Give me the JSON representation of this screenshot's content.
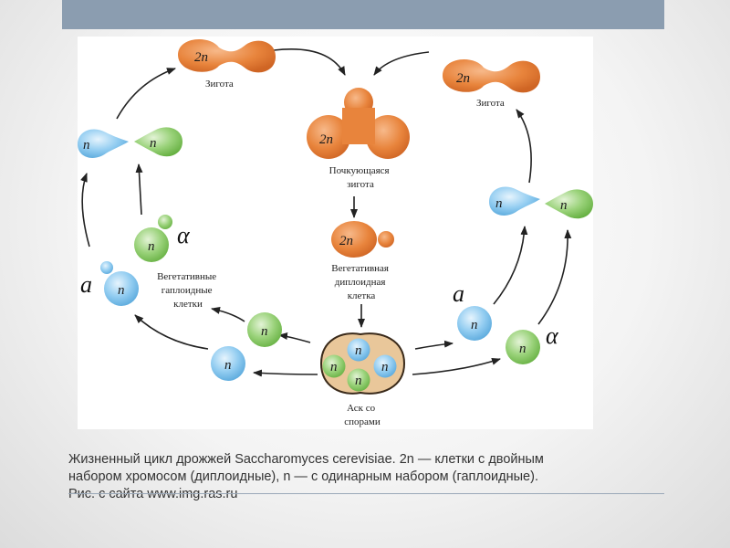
{
  "colors": {
    "header_bar": "#8b9db0",
    "diploid": "#e8843c",
    "haploid_a": "#7cc0ea",
    "haploid_alpha": "#8cc967",
    "ascus": "#e9c79a"
  },
  "ploidy": {
    "diploid": "2n",
    "haploid": "n"
  },
  "mating_types": {
    "a": "a",
    "alpha": "α"
  },
  "labels": {
    "zygote_left": "Зигота",
    "zygote_right": "Зигота",
    "budding_zygote": [
      "Почкующаяся",
      "зигота"
    ],
    "vegetative_diploid": [
      "Вегетативная",
      "диплоидная",
      "клетка"
    ],
    "vegetative_haploid": [
      "Вегетативные",
      "гаплоидные",
      "клетки"
    ],
    "ascus": [
      "Аск со",
      "спорами"
    ]
  },
  "caption": {
    "line1": "Жизненный цикл дрожжей Saccharomyces cerevisiae. 2n — клетки с двойным",
    "line2": "набором хромосом (диплоидные), n — с одинарным набором (гаплоидные).",
    "line3": "Рис. с сайта www.img.ras.ru"
  }
}
